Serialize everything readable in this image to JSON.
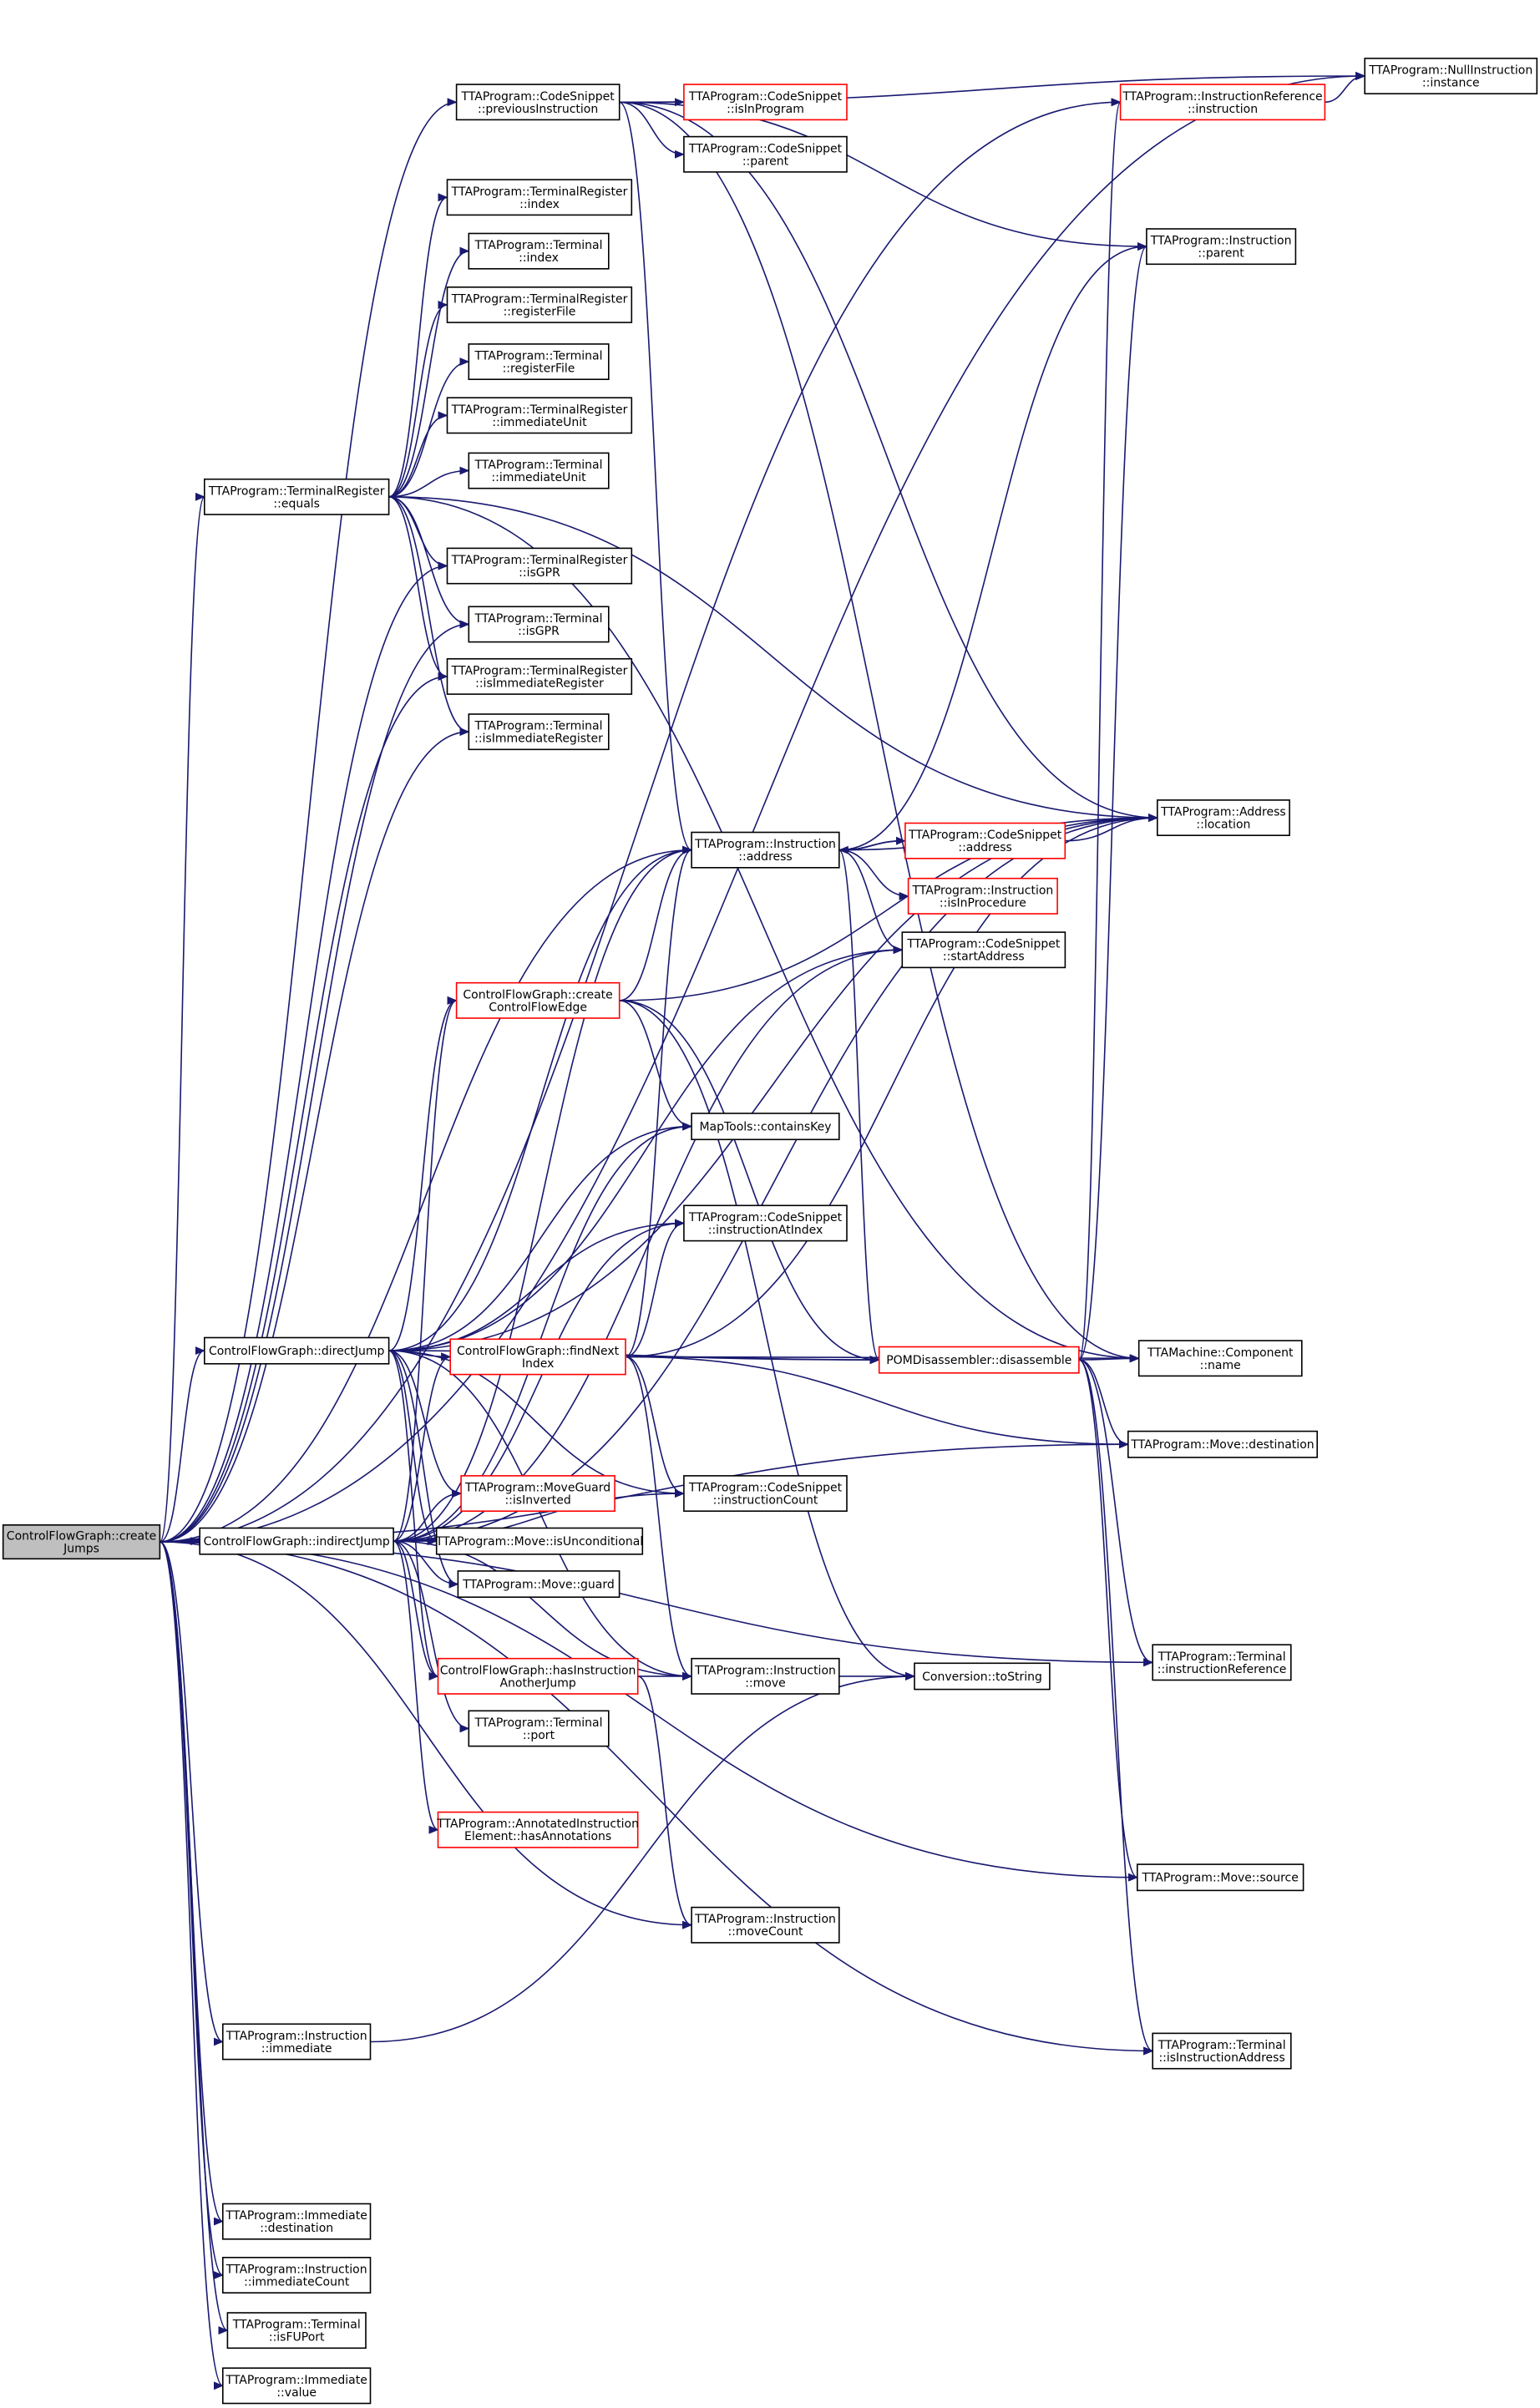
{
  "colors": {
    "edge": "#191970",
    "node_border": "#000000",
    "truncated_node_border": "#ff0000",
    "root_fill": "#bfbfbf",
    "node_fill": "#ffffff"
  },
  "nodes": {
    "root": {
      "line1": "ControlFlowGraph::create",
      "line2": "Jumps"
    },
    "prev_instr": {
      "line1": "TTAProgram::CodeSnippet",
      "line2": "::previousInstruction"
    },
    "cs_isinprogram": {
      "line1": "TTAProgram::CodeSnippet",
      "line2": "::isInProgram"
    },
    "cs_parent": {
      "line1": "TTAProgram::CodeSnippet",
      "line2": "::parent"
    },
    "ir_instruction": {
      "line1": "TTAProgram::InstructionReference",
      "line2": "::instruction"
    },
    "null_instr": {
      "line1": "TTAProgram::NullInstruction",
      "line2": "::instance"
    },
    "instr_parent": {
      "line1": "TTAProgram::Instruction",
      "line2": "::parent"
    },
    "tr_index": {
      "line1": "TTAProgram::TerminalRegister",
      "line2": "::index"
    },
    "t_index": {
      "line1": "TTAProgram::Terminal",
      "line2": "::index"
    },
    "tr_registerfile": {
      "line1": "TTAProgram::TerminalRegister",
      "line2": "::registerFile"
    },
    "t_registerfile": {
      "line1": "TTAProgram::Terminal",
      "line2": "::registerFile"
    },
    "tr_immunit": {
      "line1": "TTAProgram::TerminalRegister",
      "line2": "::immediateUnit"
    },
    "t_immunit": {
      "line1": "TTAProgram::Terminal",
      "line2": "::immediateUnit"
    },
    "tr_equals": {
      "line1": "TTAProgram::TerminalRegister",
      "line2": "::equals"
    },
    "tr_isgpr": {
      "line1": "TTAProgram::TerminalRegister",
      "line2": "::isGPR"
    },
    "t_isgpr": {
      "line1": "TTAProgram::Terminal",
      "line2": "::isGPR"
    },
    "tr_isimmreg": {
      "line1": "TTAProgram::TerminalRegister",
      "line2": "::isImmediateRegister"
    },
    "t_isimmreg": {
      "line1": "TTAProgram::Terminal",
      "line2": "::isImmediateRegister"
    },
    "addr_location": {
      "line1": "TTAProgram::Address",
      "line2": "::location"
    },
    "instr_address": {
      "line1": "TTAProgram::Instruction",
      "line2": "::address"
    },
    "cs_address": {
      "line1": "TTAProgram::CodeSnippet",
      "line2": "::address"
    },
    "instr_isinproc": {
      "line1": "TTAProgram::Instruction",
      "line2": "::isInProcedure"
    },
    "cs_startaddr": {
      "line1": "TTAProgram::CodeSnippet",
      "line2": "::startAddress"
    },
    "cfg_createedge": {
      "line1": "ControlFlowGraph::create",
      "line2": "ControlFlowEdge"
    },
    "maptools": {
      "line1": "MapTools::containsKey"
    },
    "cs_instratindex": {
      "line1": "TTAProgram::CodeSnippet",
      "line2": "::instructionAtIndex"
    },
    "cfg_directjump": {
      "line1": "ControlFlowGraph::directJump"
    },
    "cfg_findnext": {
      "line1": "ControlFlowGraph::findNext",
      "line2": "Index"
    },
    "pom_disasm": {
      "line1": "POMDisassembler::disassemble"
    },
    "component_name": {
      "line1": "TTAMachine::Component",
      "line2": "::name"
    },
    "move_destination": {
      "line1": "TTAProgram::Move::destination"
    },
    "moveguard_isinverted": {
      "line1": "TTAProgram::MoveGuard",
      "line2": "::isInverted"
    },
    "cs_instrcount": {
      "line1": "TTAProgram::CodeSnippet",
      "line2": "::instructionCount"
    },
    "cfg_indirectjump": {
      "line1": "ControlFlowGraph::indirectJump"
    },
    "move_isuncond": {
      "line1": "TTAProgram::Move::isUnconditional"
    },
    "move_guard": {
      "line1": "TTAProgram::Move::guard"
    },
    "t_instrref": {
      "line1": "TTAProgram::Terminal",
      "line2": "::instructionReference"
    },
    "cfg_hasanotherjump": {
      "line1": "ControlFlowGraph::hasInstruction",
      "line2": "AnotherJump"
    },
    "instr_move": {
      "line1": "TTAProgram::Instruction",
      "line2": "::move"
    },
    "conv_tostring": {
      "line1": "Conversion::toString"
    },
    "t_port": {
      "line1": "TTAProgram::Terminal",
      "line2": "::port"
    },
    "aie_hasannot": {
      "line1": "TTAProgram::AnnotatedInstruction",
      "line2": "Element::hasAnnotations"
    },
    "move_source": {
      "line1": "TTAProgram::Move::source"
    },
    "instr_movecount": {
      "line1": "TTAProgram::Instruction",
      "line2": "::moveCount"
    },
    "instr_immediate": {
      "line1": "TTAProgram::Instruction",
      "line2": "::immediate"
    },
    "t_isinstraddr": {
      "line1": "TTAProgram::Terminal",
      "line2": "::isInstructionAddress"
    },
    "imm_destination": {
      "line1": "TTAProgram::Immediate",
      "line2": "::destination"
    },
    "instr_immcount": {
      "line1": "TTAProgram::Instruction",
      "line2": "::immediateCount"
    },
    "t_isfuport": {
      "line1": "TTAProgram::Terminal",
      "line2": "::isFUPort"
    },
    "imm_value": {
      "line1": "TTAProgram::Immediate",
      "line2": "::value"
    }
  },
  "edges": [
    [
      "root",
      "prev_instr"
    ],
    [
      "root",
      "ir_instruction"
    ],
    [
      "root",
      "null_instr"
    ],
    [
      "root",
      "tr_equals"
    ],
    [
      "root",
      "tr_isgpr"
    ],
    [
      "root",
      "t_isgpr"
    ],
    [
      "root",
      "tr_isimmreg"
    ],
    [
      "root",
      "t_isimmreg"
    ],
    [
      "root",
      "instr_address"
    ],
    [
      "root",
      "cfg_directjump"
    ],
    [
      "root",
      "cfg_indirectjump"
    ],
    [
      "root",
      "move_source"
    ],
    [
      "root",
      "instr_movecount"
    ],
    [
      "root",
      "instr_immediate"
    ],
    [
      "root",
      "move_destination"
    ],
    [
      "root",
      "t_instrref"
    ],
    [
      "root",
      "t_isinstraddr"
    ],
    [
      "root",
      "imm_destination"
    ],
    [
      "root",
      "instr_immcount"
    ],
    [
      "root",
      "t_isfuport"
    ],
    [
      "root",
      "imm_value"
    ],
    [
      "prev_instr",
      "cs_isinprogram"
    ],
    [
      "prev_instr",
      "cs_parent"
    ],
    [
      "prev_instr",
      "null_instr"
    ],
    [
      "prev_instr",
      "instr_parent"
    ],
    [
      "prev_instr",
      "instr_address"
    ],
    [
      "prev_instr",
      "addr_location"
    ],
    [
      "prev_instr",
      "component_name"
    ],
    [
      "ir_instruction",
      "null_instr"
    ],
    [
      "tr_equals",
      "tr_index"
    ],
    [
      "tr_equals",
      "t_index"
    ],
    [
      "tr_equals",
      "tr_registerfile"
    ],
    [
      "tr_equals",
      "t_registerfile"
    ],
    [
      "tr_equals",
      "tr_immunit"
    ],
    [
      "tr_equals",
      "t_immunit"
    ],
    [
      "tr_equals",
      "tr_isgpr"
    ],
    [
      "tr_equals",
      "t_isgpr"
    ],
    [
      "tr_equals",
      "tr_isimmreg"
    ],
    [
      "tr_equals",
      "t_isimmreg"
    ],
    [
      "tr_equals",
      "addr_location"
    ],
    [
      "tr_equals",
      "component_name"
    ],
    [
      "instr_address",
      "cs_address"
    ],
    [
      "instr_address",
      "addr_location"
    ],
    [
      "instr_address",
      "instr_isinproc"
    ],
    [
      "instr_address",
      "cs_startaddr"
    ],
    [
      "instr_address",
      "instr_parent"
    ],
    [
      "instr_address",
      "pom_disasm"
    ],
    [
      "cs_address",
      "instr_address"
    ],
    [
      "cs_address",
      "addr_location"
    ],
    [
      "cfg_createedge",
      "instr_address"
    ],
    [
      "cfg_createedge",
      "addr_location"
    ],
    [
      "cfg_createedge",
      "maptools"
    ],
    [
      "cfg_createedge",
      "pom_disasm"
    ],
    [
      "cfg_createedge",
      "conv_tostring"
    ],
    [
      "cfg_directjump",
      "addr_location"
    ],
    [
      "cfg_directjump",
      "instr_address"
    ],
    [
      "cfg_directjump",
      "cs_startaddr"
    ],
    [
      "cfg_directjump",
      "cfg_createedge"
    ],
    [
      "cfg_directjump",
      "maptools"
    ],
    [
      "cfg_directjump",
      "cs_instratindex"
    ],
    [
      "cfg_directjump",
      "cfg_findnext"
    ],
    [
      "cfg_directjump",
      "cs_instrcount"
    ],
    [
      "cfg_directjump",
      "moveguard_isinverted"
    ],
    [
      "cfg_directjump",
      "move_isuncond"
    ],
    [
      "cfg_directjump",
      "move_guard"
    ],
    [
      "cfg_directjump",
      "instr_move"
    ],
    [
      "cfg_directjump",
      "pom_disasm"
    ],
    [
      "cfg_directjump",
      "cfg_hasanotherjump"
    ],
    [
      "cfg_findnext",
      "instr_address"
    ],
    [
      "cfg_findnext",
      "cs_instratindex"
    ],
    [
      "cfg_findnext",
      "pom_disasm"
    ],
    [
      "cfg_findnext",
      "component_name"
    ],
    [
      "cfg_findnext",
      "move_destination"
    ],
    [
      "cfg_findnext",
      "cs_instrcount"
    ],
    [
      "cfg_findnext",
      "instr_move"
    ],
    [
      "cfg_findnext",
      "addr_location"
    ],
    [
      "pom_disasm",
      "ir_instruction"
    ],
    [
      "pom_disasm",
      "instr_parent"
    ],
    [
      "pom_disasm",
      "component_name"
    ],
    [
      "pom_disasm",
      "move_destination"
    ],
    [
      "pom_disasm",
      "t_instrref"
    ],
    [
      "pom_disasm",
      "move_source"
    ],
    [
      "pom_disasm",
      "t_isinstraddr"
    ],
    [
      "cfg_indirectjump",
      "cs_startaddr"
    ],
    [
      "cfg_indirectjump",
      "cfg_createedge"
    ],
    [
      "cfg_indirectjump",
      "maptools"
    ],
    [
      "cfg_indirectjump",
      "cs_instratindex"
    ],
    [
      "cfg_indirectjump",
      "cfg_findnext"
    ],
    [
      "cfg_indirectjump",
      "cs_instrcount"
    ],
    [
      "cfg_indirectjump",
      "moveguard_isinverted"
    ],
    [
      "cfg_indirectjump",
      "move_isuncond"
    ],
    [
      "cfg_indirectjump",
      "move_guard"
    ],
    [
      "cfg_indirectjump",
      "cfg_hasanotherjump"
    ],
    [
      "cfg_indirectjump",
      "instr_move"
    ],
    [
      "cfg_indirectjump",
      "t_port"
    ],
    [
      "cfg_indirectjump",
      "aie_hasannot"
    ],
    [
      "cfg_indirectjump",
      "addr_location"
    ],
    [
      "cfg_indirectjump",
      "instr_address"
    ],
    [
      "cfg_hasanotherjump",
      "instr_move"
    ],
    [
      "cfg_hasanotherjump",
      "instr_movecount"
    ],
    [
      "instr_move",
      "conv_tostring"
    ],
    [
      "instr_immediate",
      "conv_tostring"
    ]
  ]
}
